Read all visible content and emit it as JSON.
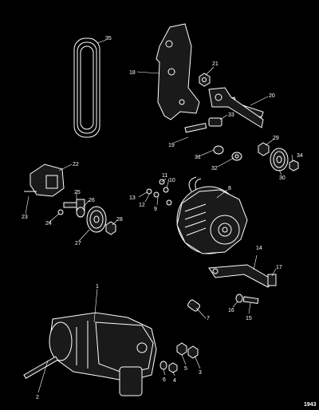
{
  "diagram": {
    "figure_number": "1943",
    "callouts": [
      {
        "id": "1"
      },
      {
        "id": "2"
      },
      {
        "id": "3"
      },
      {
        "id": "4"
      },
      {
        "id": "5"
      },
      {
        "id": "6"
      },
      {
        "id": "7"
      },
      {
        "id": "8"
      },
      {
        "id": "9"
      },
      {
        "id": "10"
      },
      {
        "id": "11"
      },
      {
        "id": "12"
      },
      {
        "id": "13"
      },
      {
        "id": "14"
      },
      {
        "id": "15"
      },
      {
        "id": "16"
      },
      {
        "id": "17"
      },
      {
        "id": "18"
      },
      {
        "id": "19"
      },
      {
        "id": "20"
      },
      {
        "id": "21"
      },
      {
        "id": "22"
      },
      {
        "id": "23"
      },
      {
        "id": "24"
      },
      {
        "id": "25"
      },
      {
        "id": "26"
      },
      {
        "id": "27"
      },
      {
        "id": "28"
      },
      {
        "id": "29"
      },
      {
        "id": "30"
      },
      {
        "id": "31"
      },
      {
        "id": "32"
      },
      {
        "id": "33"
      },
      {
        "id": "34"
      },
      {
        "id": "35"
      }
    ]
  },
  "colors": {
    "background": "#000000",
    "lines": "#ffffff"
  }
}
